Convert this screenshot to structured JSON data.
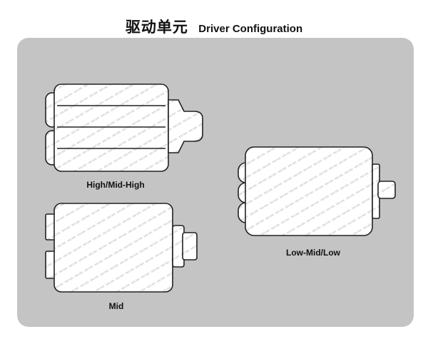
{
  "header": {
    "title_cn": "驱动单元",
    "title_en": "Driver Configuration"
  },
  "drivers": [
    {
      "id": "high-mid-high",
      "label": "High/Mid-High"
    },
    {
      "id": "mid",
      "label": "Mid"
    },
    {
      "id": "low-mid-low",
      "label": "Low-Mid/Low"
    }
  ],
  "colors": {
    "panel": "#c4c4c4",
    "body": "#ffffff",
    "stripe": "#e0e0e0",
    "outline": "#222222"
  }
}
